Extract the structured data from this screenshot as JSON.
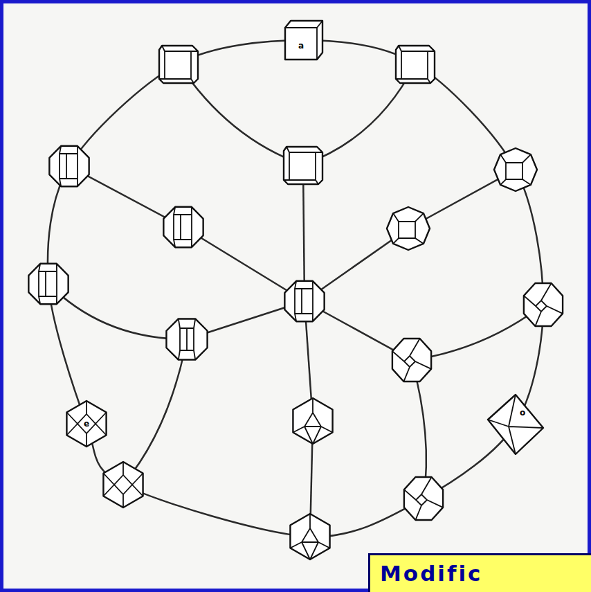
{
  "diagram": {
    "nodes": [
      {
        "text": [
          "Modific"
        ]
      }
    ],
    "labels": [
      "a",
      "e",
      "o"
    ]
  }
}
